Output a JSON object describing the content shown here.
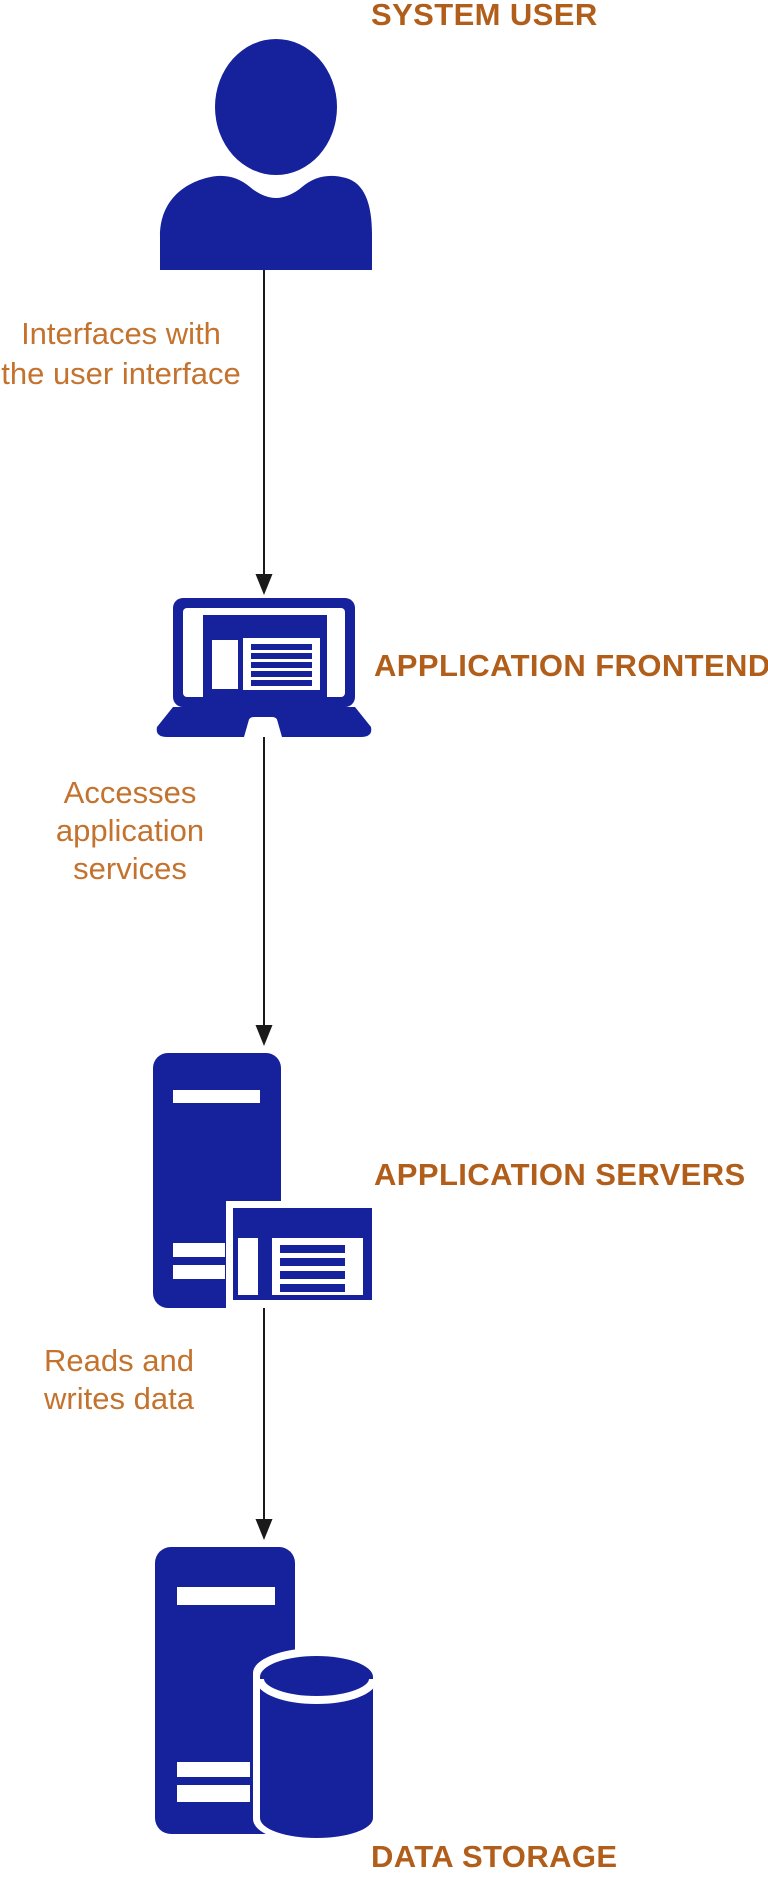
{
  "colors": {
    "icon_navy": "#16219C",
    "stage_title_color": "#B25E1B",
    "connector_label_color": "#C4732E",
    "arrow_color": "#1A1A1A",
    "background": "#FFFFFF"
  },
  "diagram": {
    "type": "vertical-flow-architecture",
    "stages": [
      {
        "name": "system-user",
        "title": "SYSTEM USER",
        "icon": "person-icon"
      },
      {
        "name": "application-frontend",
        "title": "APPLICATION FRONTEND",
        "icon": "laptop-icon"
      },
      {
        "name": "application-servers",
        "title": "APPLICATION SERVERS",
        "icon": "server-tower-window-icon"
      },
      {
        "name": "data-storage",
        "title": "DATA STORAGE",
        "icon": "server-tower-database-icon"
      }
    ],
    "connectors": [
      {
        "from": "system-user",
        "to": "application-frontend",
        "lines": [
          "Interfaces with",
          "the user interface"
        ]
      },
      {
        "from": "application-frontend",
        "to": "application-servers",
        "lines": [
          "Accesses",
          "application",
          "services"
        ]
      },
      {
        "from": "application-servers",
        "to": "data-storage",
        "lines": [
          "Reads and",
          "writes data"
        ]
      }
    ]
  }
}
